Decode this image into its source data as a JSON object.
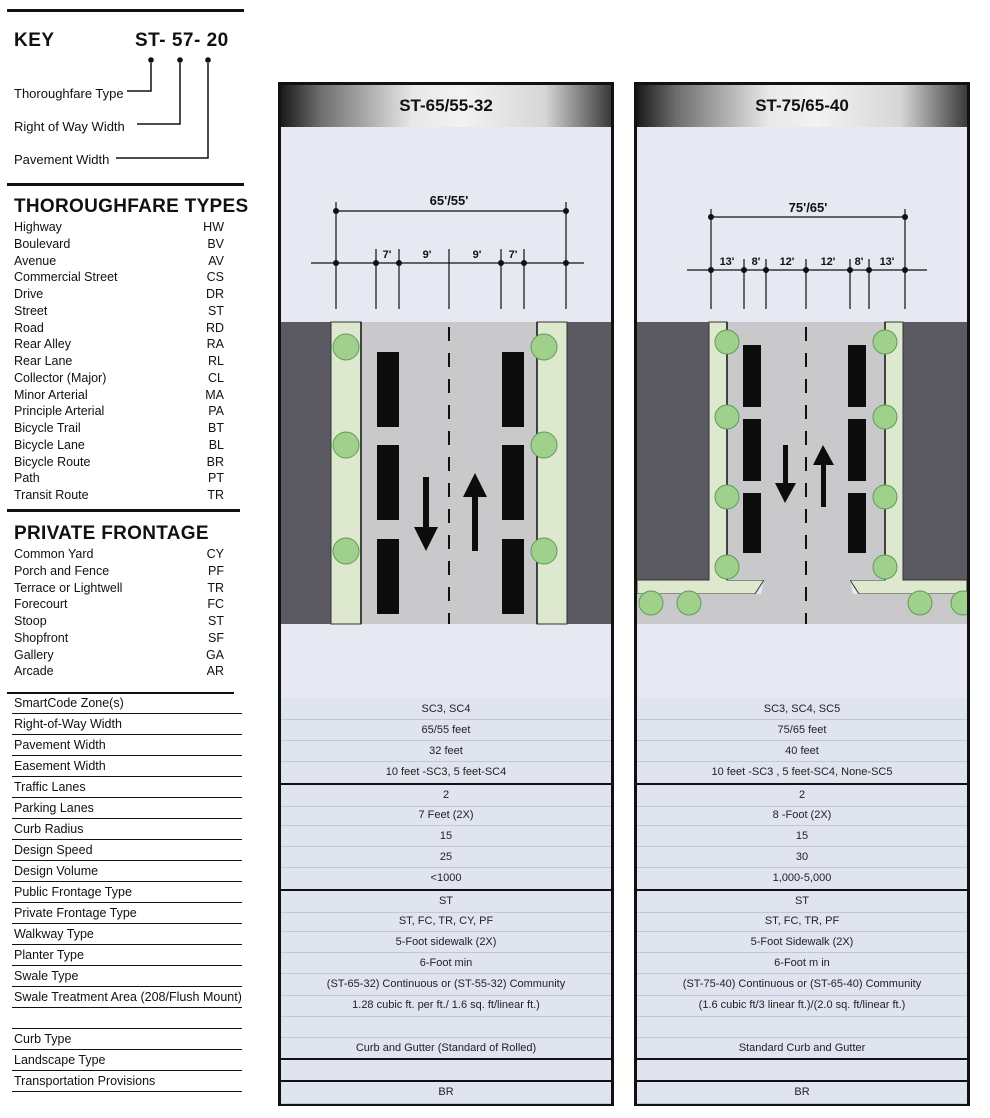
{
  "key": {
    "title": "KEY",
    "code": "ST- 57- 20",
    "labels": [
      "Thoroughfare Type",
      "Right of Way Width",
      "Pavement Width"
    ]
  },
  "thoroughfare_types": {
    "title": "THOROUGHFARE TYPES",
    "items": [
      {
        "name": "Highway",
        "code": "HW"
      },
      {
        "name": "Boulevard",
        "code": "BV"
      },
      {
        "name": "Avenue",
        "code": "AV"
      },
      {
        "name": "Commercial Street",
        "code": "CS"
      },
      {
        "name": "Drive",
        "code": "DR"
      },
      {
        "name": "Street",
        "code": "ST"
      },
      {
        "name": "Road",
        "code": "RD"
      },
      {
        "name": "Rear Alley",
        "code": "RA"
      },
      {
        "name": "Rear Lane",
        "code": "RL"
      },
      {
        "name": "Collector (Major)",
        "code": "CL"
      },
      {
        "name": "Minor Arterial",
        "code": "MA"
      },
      {
        "name": "Principle Arterial",
        "code": "PA"
      },
      {
        "name": "Bicycle Trail",
        "code": "BT"
      },
      {
        "name": "Bicycle Lane",
        "code": "BL"
      },
      {
        "name": "Bicycle Route",
        "code": "BR"
      },
      {
        "name": "Path",
        "code": "PT"
      },
      {
        "name": "Transit Route",
        "code": "TR"
      }
    ]
  },
  "private_frontage": {
    "title": "PRIVATE FRONTAGE",
    "items": [
      {
        "name": "Common Yard",
        "code": "CY"
      },
      {
        "name": "Porch and Fence",
        "code": "PF"
      },
      {
        "name": "Terrace or Lightwell",
        "code": "TR"
      },
      {
        "name": "Forecourt",
        "code": "FC"
      },
      {
        "name": "Stoop",
        "code": "ST"
      },
      {
        "name": "Shopfront",
        "code": "SF"
      },
      {
        "name": "Gallery",
        "code": "GA"
      },
      {
        "name": "Arcade",
        "code": "AR"
      }
    ]
  },
  "attributes": [
    "SmartCode Zone(s)",
    "Right-of-Way Width",
    "Pavement Width",
    "Easement Width",
    "Traffic Lanes",
    "Parking Lanes",
    "Curb Radius",
    "Design Speed",
    "Design Volume",
    "Public Frontage Type",
    "Private Frontage Type",
    "Walkway Type",
    "Planter Type",
    "Swale Type",
    "Swale Treatment Area (208/Flush Mount)",
    "",
    "Curb Type",
    "Landscape Type",
    "Transportation Provisions"
  ],
  "panels": [
    {
      "title": "ST-65/55-32",
      "overall": "65'/55'",
      "dims": [
        "7'",
        "9'",
        "9'",
        "7'"
      ],
      "values": [
        "SC3, SC4",
        "65/55 feet",
        "32 feet",
        "10 feet -SC3, 5 feet-SC4",
        "2",
        "7 Feet (2X)",
        "15",
        "25",
        "<1000",
        "ST",
        "ST, FC, TR, CY, PF",
        "5-Foot sidewalk (2X)",
        "6-Foot min",
        "(ST-65-32) Continuous or (ST-55-32) Community",
        "1.28 cubic ft. per ft./ 1.6 sq. ft/linear ft.)",
        "",
        "Curb and Gutter (Standard of Rolled)",
        "",
        "BR"
      ]
    },
    {
      "title": "ST-75/65-40",
      "overall": "75'/65'",
      "dims": [
        "13'",
        "8'",
        "12'",
        "12'",
        "8'",
        "13'"
      ],
      "values": [
        "SC3, SC4, SC5",
        "75/65 feet",
        "40 feet",
        "10 feet -SC3 , 5 feet-SC4, None-SC5",
        "2",
        "8 -Foot (2X)",
        "15",
        "30",
        "1,000-5,000",
        "ST",
        "ST, FC, TR, PF",
        "5-Foot Sidewalk (2X)",
        "6-Foot m in",
        "(ST-75-40) Continuous or (ST-65-40) Community",
        "(1.6 cubic ft/3 linear ft.)/(2.0 sq. ft/linear ft.)",
        "",
        "Standard Curb and Gutter",
        "",
        "BR"
      ]
    }
  ],
  "colors": {
    "asphalt": "#c9c9cc",
    "building": "#5b5a63",
    "planter": "#dde8cf",
    "tree": "#9fd18d",
    "sky": "#e6e9f2",
    "table": "#dfe4ef"
  }
}
